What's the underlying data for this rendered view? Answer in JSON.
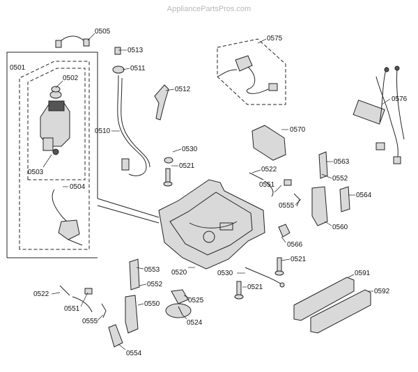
{
  "watermark": "AppliancePartsPros.com",
  "callouts": [
    {
      "id": "c0505",
      "text": "0505"
    },
    {
      "id": "c0513",
      "text": "0513"
    },
    {
      "id": "c0511",
      "text": "0511"
    },
    {
      "id": "c0512",
      "text": "0512"
    },
    {
      "id": "c0510",
      "text": "0510"
    },
    {
      "id": "c0575",
      "text": "0575"
    },
    {
      "id": "c0501",
      "text": "0501"
    },
    {
      "id": "c0502",
      "text": "0502"
    },
    {
      "id": "c0503",
      "text": "0503"
    },
    {
      "id": "c0504",
      "text": "0504"
    },
    {
      "id": "c0576",
      "text": "0576"
    },
    {
      "id": "c0570",
      "text": "0570"
    },
    {
      "id": "c0530a",
      "text": "0530"
    },
    {
      "id": "c0521a",
      "text": "0521"
    },
    {
      "id": "c0522a",
      "text": "0522"
    },
    {
      "id": "c0563",
      "text": "0563"
    },
    {
      "id": "c0552a",
      "text": "0552"
    },
    {
      "id": "c0551a",
      "text": "0551"
    },
    {
      "id": "c0555a",
      "text": "0555"
    },
    {
      "id": "c0564",
      "text": "0564"
    },
    {
      "id": "c0560",
      "text": "0560"
    },
    {
      "id": "c0566",
      "text": "0566"
    },
    {
      "id": "c0553",
      "text": "0553"
    },
    {
      "id": "c0520",
      "text": "0520"
    },
    {
      "id": "c0530b",
      "text": "0530"
    },
    {
      "id": "c0521b",
      "text": "0521"
    },
    {
      "id": "c0552b",
      "text": "0552"
    },
    {
      "id": "c0522b",
      "text": "0522"
    },
    {
      "id": "c0550",
      "text": "0550"
    },
    {
      "id": "c0525",
      "text": "0525"
    },
    {
      "id": "c0521c",
      "text": "0521"
    },
    {
      "id": "c0591",
      "text": "0591"
    },
    {
      "id": "c0592",
      "text": "0592"
    },
    {
      "id": "c0551b",
      "text": "0551"
    },
    {
      "id": "c0555b",
      "text": "0555"
    },
    {
      "id": "c0524",
      "text": "0524"
    },
    {
      "id": "c0554",
      "text": "0554"
    }
  ]
}
